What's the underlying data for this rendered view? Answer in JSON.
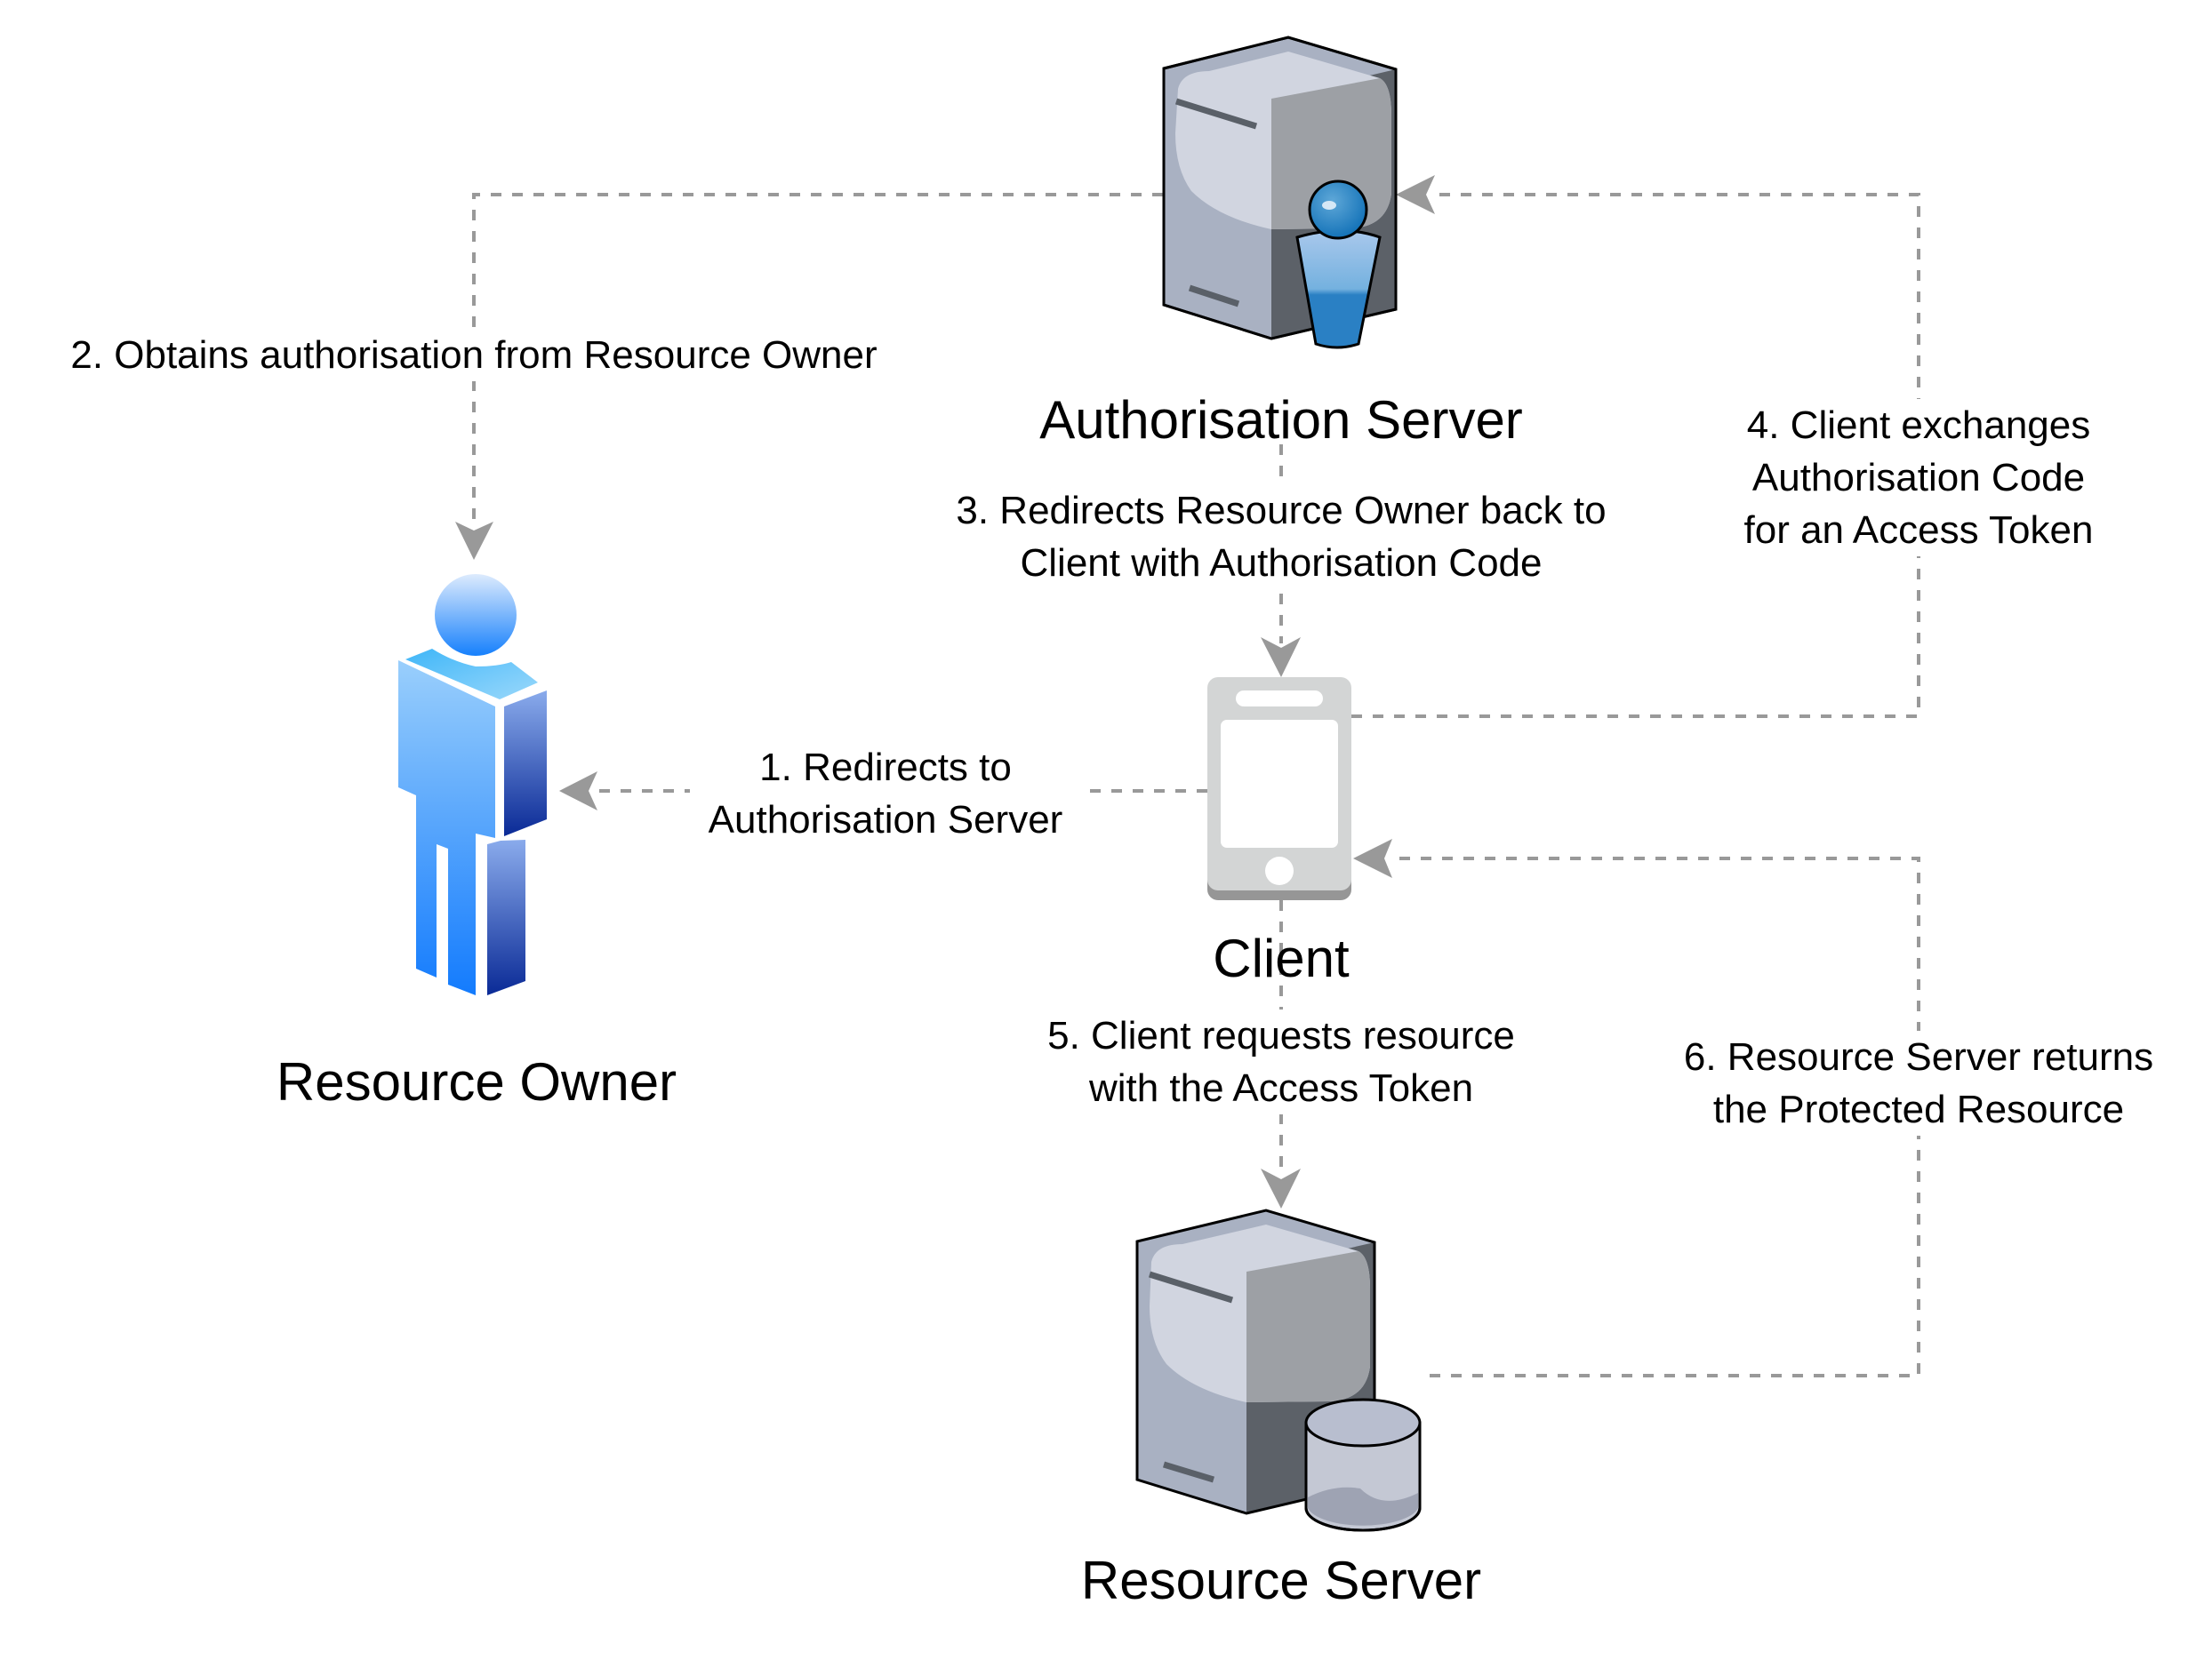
{
  "diagram": {
    "title": "OAuth 2.0 Authorisation Code Flow",
    "nodes": [
      {
        "id": "authorisation_server",
        "label": "Authorisation Server",
        "icon": "server-with-user-icon"
      },
      {
        "id": "resource_owner",
        "label": "Resource Owner",
        "icon": "person-icon"
      },
      {
        "id": "client",
        "label": "Client",
        "icon": "mobile-phone-icon"
      },
      {
        "id": "resource_server",
        "label": "Resource Server",
        "icon": "server-with-database-icon"
      }
    ],
    "edges": [
      {
        "id": "step1",
        "from": "client",
        "to": "resource_owner",
        "lines": [
          "1. Redirects to",
          "Authorisation Server"
        ]
      },
      {
        "id": "step2",
        "from": "authorisation_server",
        "to": "resource_owner",
        "lines": [
          "2. Obtains authorisation from Resource Owner"
        ]
      },
      {
        "id": "step3",
        "from": "authorisation_server",
        "to": "client",
        "lines": [
          "3. Redirects Resource Owner back to",
          "Client with Authorisation Code"
        ]
      },
      {
        "id": "step4",
        "from": "client",
        "to": "authorisation_server",
        "lines": [
          "4. Client exchanges",
          "Authorisation Code",
          "for an Access Token"
        ]
      },
      {
        "id": "step5",
        "from": "client",
        "to": "resource_server",
        "lines": [
          "5. Client requests resource",
          "with the Access Token"
        ]
      },
      {
        "id": "step6",
        "from": "resource_server",
        "to": "client",
        "lines": [
          "6. Resource Server returns",
          "the Protected Resource"
        ]
      }
    ],
    "colors": {
      "connector": "#999999",
      "text": "#000000",
      "person_light": "#8ECDFB",
      "person_dark": "#0A2A96",
      "server_light": "#D1D5E0",
      "server_dark": "#5A6068",
      "user_badge": "#2A7EC4",
      "phone": "#D3D5D5"
    }
  }
}
